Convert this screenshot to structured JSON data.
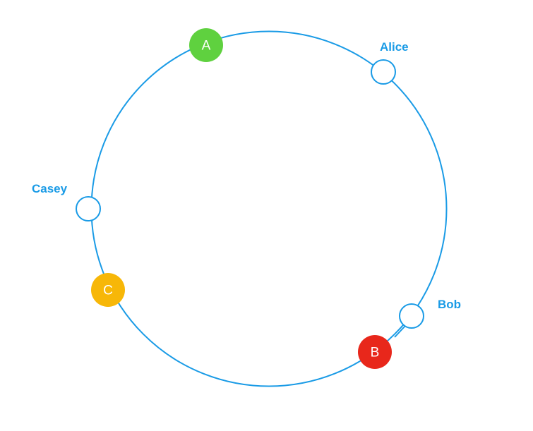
{
  "colors": {
    "ring": "#1a9be6",
    "label": "#1a9be6",
    "user_fill": "#ffffff",
    "server_text": "#ffffff"
  },
  "servers": [
    {
      "label": "A",
      "color": "#5fd13f"
    },
    {
      "label": "B",
      "color": "#e8271b"
    },
    {
      "label": "C",
      "color": "#f7b708"
    }
  ],
  "users": [
    {
      "label": "Alice"
    },
    {
      "label": "Bob"
    },
    {
      "label": "Casey"
    }
  ]
}
